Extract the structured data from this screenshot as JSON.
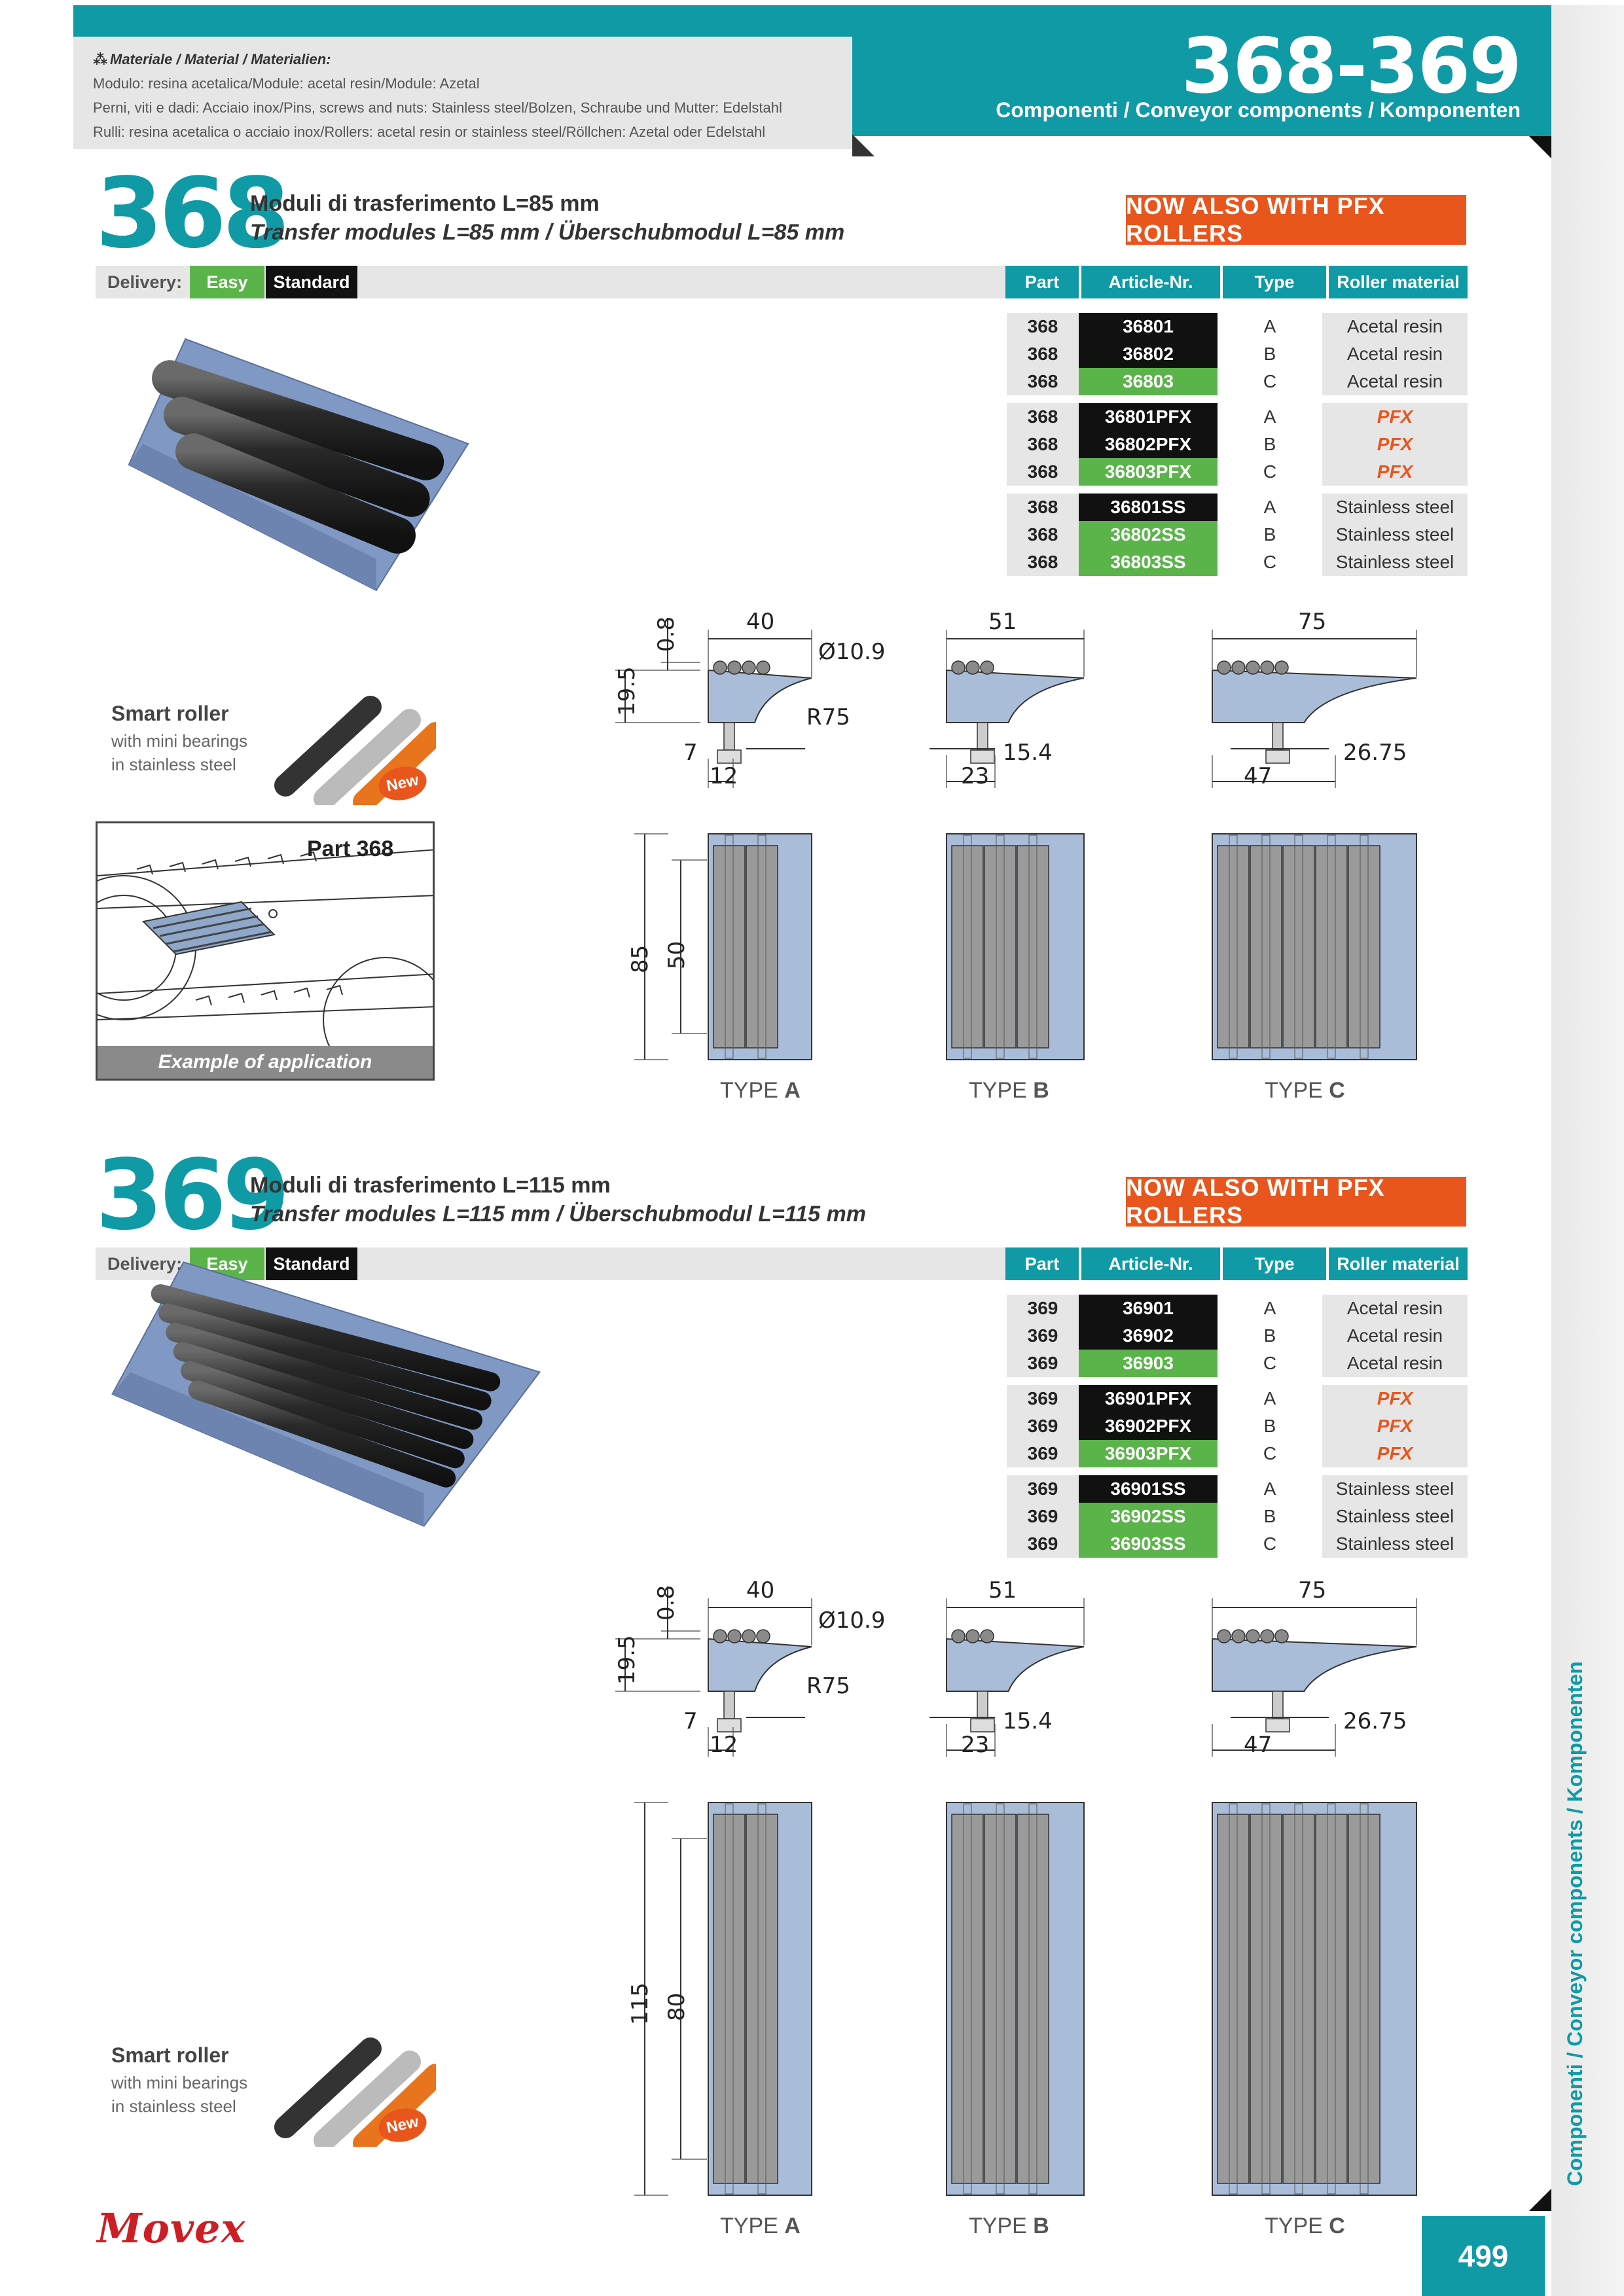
{
  "header": {
    "materials_title": "Materiale / Material / Materialien:",
    "materials_line1": "Modulo: resina acetalica/Module: acetal resin/Module: Azetal",
    "materials_line2": "Perni, viti e dadi: Acciaio inox/Pins, screws and nuts: Stainless steel/Bolzen, Schraube und Mutter: Edelstahl",
    "materials_line3": "Rulli: resina acetalica o acciaio inox/Rollers: acetal resin or stainless steel/Röllchen: Azetal oder Edelstahl",
    "code": "368-369",
    "category": "Componenti / Conveyor components / Komponenten"
  },
  "side_label": "Componenti / Conveyor components / Komponenten",
  "page_number": "499",
  "logo": "Movex",
  "table_headers": {
    "part": "Part",
    "article": "Article-Nr.",
    "type": "Type",
    "roller": "Roller material"
  },
  "delivery": {
    "label": "Delivery:",
    "easy": "Easy",
    "standard": "Standard"
  },
  "pfx_banner": "NOW ALSO WITH PFX ROLLERS",
  "smart_roller": {
    "title": "Smart roller",
    "line1": "with mini bearings",
    "line2": "in stainless steel",
    "badge": "New"
  },
  "types": {
    "a": "TYPE A",
    "b": "TYPE B",
    "c": "TYPE C",
    "prefix": "TYPE",
    "la": "A",
    "lb": "B",
    "lc": "C"
  },
  "application": {
    "label": "Part 368",
    "caption": "Example of application"
  },
  "sections": [
    {
      "number": "368",
      "title1": "Moduli di trasferimento L=85 mm",
      "title2": "Transfer modules L=85 mm / Überschubmodul L=85 mm",
      "rows": [
        {
          "part": "368",
          "article": "36801",
          "type": "A",
          "material": "Acetal resin",
          "color": "black"
        },
        {
          "part": "368",
          "article": "36802",
          "type": "B",
          "material": "Acetal resin",
          "color": "black"
        },
        {
          "part": "368",
          "article": "36803",
          "type": "C",
          "material": "Acetal resin",
          "color": "green"
        },
        {
          "part": "368",
          "article": "36801PFX",
          "type": "A",
          "material": "PFX",
          "color": "black"
        },
        {
          "part": "368",
          "article": "36802PFX",
          "type": "B",
          "material": "PFX",
          "color": "black"
        },
        {
          "part": "368",
          "article": "36803PFX",
          "type": "C",
          "material": "PFX",
          "color": "green"
        },
        {
          "part": "368",
          "article": "36801SS",
          "type": "A",
          "material": "Stainless steel",
          "color": "black"
        },
        {
          "part": "368",
          "article": "36802SS",
          "type": "B",
          "material": "Stainless steel",
          "color": "green"
        },
        {
          "part": "368",
          "article": "36803SS",
          "type": "C",
          "material": "Stainless steel",
          "color": "green"
        }
      ],
      "dims": {
        "wa": "40",
        "wb": "51",
        "wc": "75",
        "t": "0.8",
        "h": "19.5",
        "dia": "Ø10.9",
        "r": "R75",
        "sa": "7",
        "ba": "12",
        "sb": "15.4",
        "bb": "23",
        "sc": "26.75",
        "bc": "47",
        "L": "85",
        "l": "50"
      }
    },
    {
      "number": "369",
      "title1": "Moduli di trasferimento L=115 mm",
      "title2": "Transfer modules L=115 mm / Überschubmodul L=115 mm",
      "rows": [
        {
          "part": "369",
          "article": "36901",
          "type": "A",
          "material": "Acetal resin",
          "color": "black"
        },
        {
          "part": "369",
          "article": "36902",
          "type": "B",
          "material": "Acetal resin",
          "color": "black"
        },
        {
          "part": "369",
          "article": "36903",
          "type": "C",
          "material": "Acetal resin",
          "color": "green"
        },
        {
          "part": "369",
          "article": "36901PFX",
          "type": "A",
          "material": "PFX",
          "color": "black"
        },
        {
          "part": "369",
          "article": "36902PFX",
          "type": "B",
          "material": "PFX",
          "color": "black"
        },
        {
          "part": "369",
          "article": "36903PFX",
          "type": "C",
          "material": "PFX",
          "color": "green"
        },
        {
          "part": "369",
          "article": "36901SS",
          "type": "A",
          "material": "Stainless steel",
          "color": "black"
        },
        {
          "part": "369",
          "article": "36902SS",
          "type": "B",
          "material": "Stainless steel",
          "color": "green"
        },
        {
          "part": "369",
          "article": "36903SS",
          "type": "C",
          "material": "Stainless steel",
          "color": "green"
        }
      ],
      "dims": {
        "wa": "40",
        "wb": "51",
        "wc": "75",
        "t": "0.8",
        "h": "19.5",
        "dia": "Ø10.9",
        "r": "R75",
        "sa": "7",
        "ba": "12",
        "sb": "15.4",
        "bb": "23",
        "sc": "26.75",
        "bc": "47",
        "L": "115",
        "l": "80"
      }
    }
  ]
}
